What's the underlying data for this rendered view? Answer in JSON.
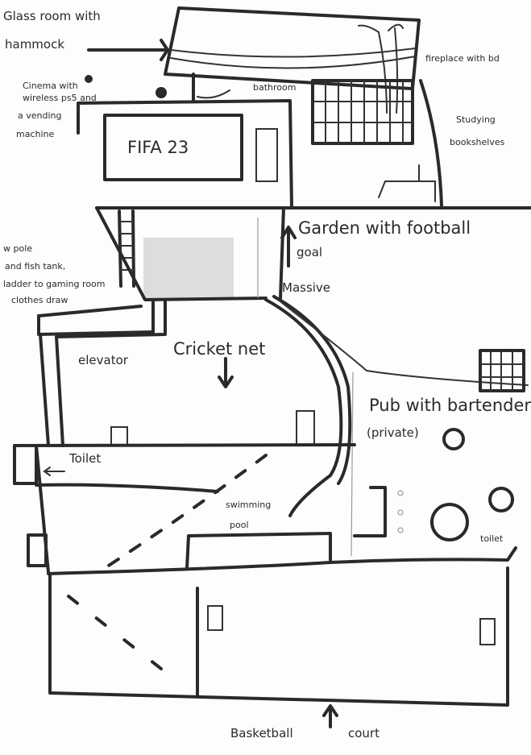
{
  "labels": {
    "glass_room_1": "Glass room with",
    "glass_room_2": "hammock",
    "cinema_1": "Cinema with",
    "cinema_2": "wireless ps5 and",
    "cinema_3": "a vending",
    "cinema_4": "machine",
    "bathroom": "bathroom",
    "screen": "FIFA 23",
    "fireplace": "fireplace with bd",
    "studying_1": "Studying",
    "studying_2": "bookshelves",
    "garden_1": "Garden with football",
    "garden_2": "goal",
    "massive": "Massive",
    "left_1": "w pole",
    "left_2": "and fish tank,",
    "left_3": "ladder to gaming room",
    "left_4": "clothes draw",
    "elevator": "elevator",
    "cricket": "Cricket net",
    "pub_1": "Pub with bartender",
    "pub_2": "(private)",
    "toilet_left": "Toilet",
    "pool_1": "swimming",
    "pool_2": "pool",
    "toilet_right": "toilet",
    "basketball_1": "Basketball",
    "basketball_2": "court"
  },
  "colors": {
    "ink": "#2a2a2a",
    "paper": "#fdfdfd"
  }
}
